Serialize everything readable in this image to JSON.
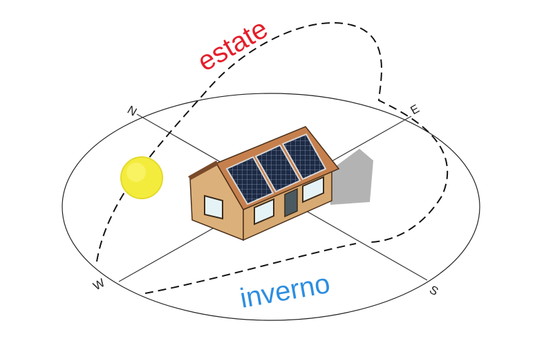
{
  "diagram": {
    "directions": {
      "north": "N",
      "east": "E",
      "south": "S",
      "west": "W"
    },
    "seasons": {
      "summer": "estate",
      "winter": "inverno"
    },
    "colors": {
      "summer": "#e41f2b",
      "winter": "#2d8ee0",
      "sun": "#f2ea3e",
      "wall": "#dcb07a",
      "roof": "#c9824f",
      "panel": "#22304a"
    },
    "icons": {
      "sun": "sun-icon",
      "house": "house-with-solar-panels-icon"
    }
  }
}
